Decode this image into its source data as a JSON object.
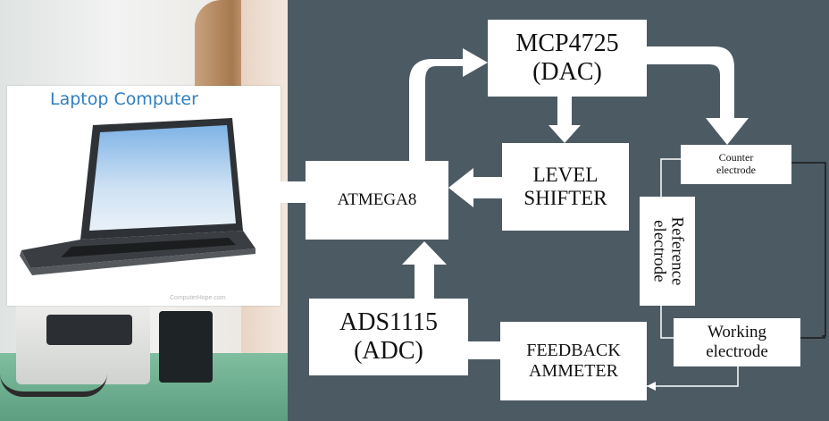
{
  "left_image": {
    "caption": "Laptop Computer",
    "watermark": "ComputerHope.com"
  },
  "blocks": {
    "mcp4725": {
      "line1": "MCP4725",
      "line2": "(DAC)"
    },
    "level_shifter": {
      "line1": "LEVEL",
      "line2": "SHIFTER"
    },
    "atmega8": {
      "label": "ATMEGA8"
    },
    "ads1115": {
      "line1": "ADS1115",
      "line2": "(ADC)"
    },
    "feedback_ammeter": {
      "line1": "FEEDBACK",
      "line2": "AMMETER"
    },
    "counter_electrode": {
      "line1": "Counter",
      "line2": "electrode"
    },
    "reference_electrode": {
      "line1": "Reference",
      "line2": "electrode"
    },
    "working_electrode": {
      "line1": "Working",
      "line2": "electrode"
    }
  },
  "colors": {
    "panel_background": "#4c5a63",
    "block_fill": "#ffffff",
    "caption_blue": "#2f7fc1"
  }
}
